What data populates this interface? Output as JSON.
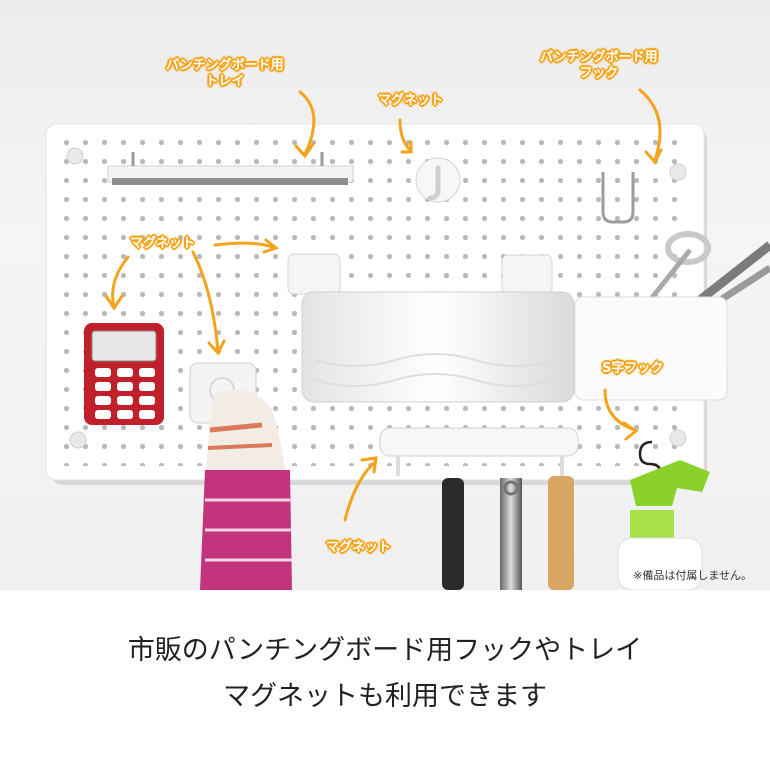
{
  "labels": {
    "tray": [
      "パンチングボード用",
      "トレイ"
    ],
    "magnet_top": "マグネット",
    "hook": [
      "パンチングボード用",
      "フック"
    ],
    "magnet_left": "マグネット",
    "s_hook": "S字フック",
    "magnet_bottom": "マグネット"
  },
  "note": "※備品は付属しません。",
  "caption": {
    "line1": "市販のパンチングボード用フックやトレイ",
    "line2": "マグネットも利用できます"
  },
  "colors": {
    "label_stroke": "#f5a31a",
    "board": "#ffffff",
    "timer": "#c0202a",
    "towel_pink": "#c2347c",
    "spray_green": "#8ad12a"
  }
}
